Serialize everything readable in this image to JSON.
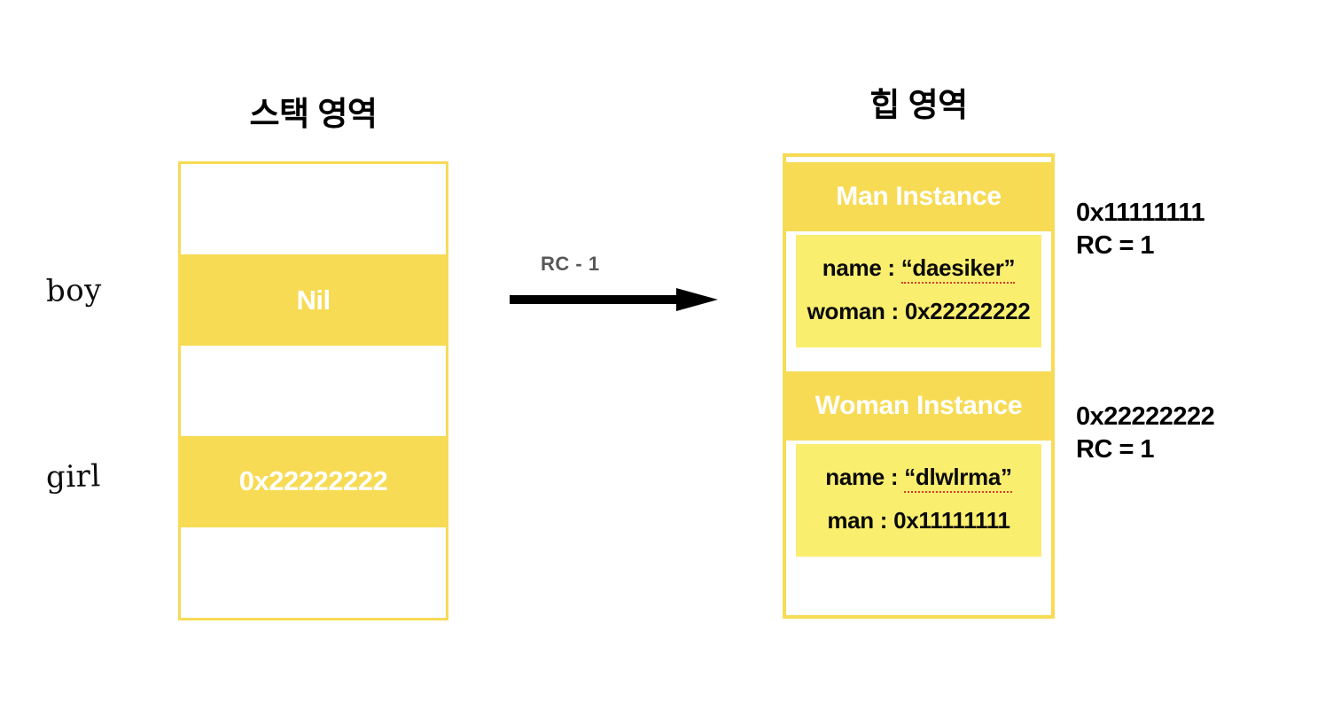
{
  "stack": {
    "title": "스택 영역",
    "slots": [
      {
        "name": "empty-top",
        "value": "",
        "filled": false
      },
      {
        "name": "boy-slot",
        "value": "Nil",
        "filled": true
      },
      {
        "name": "empty-middle",
        "value": "",
        "filled": false
      },
      {
        "name": "girl-slot",
        "value": "0x22222222",
        "filled": true
      },
      {
        "name": "empty-bottom",
        "value": "",
        "filled": false
      }
    ],
    "labels": {
      "boy": "boy",
      "girl": "girl"
    }
  },
  "arrow": {
    "caption": "RC - 1",
    "caption_color": "#585858",
    "color": "#000000"
  },
  "heap": {
    "title": "힙 영역",
    "instances": [
      {
        "title": "Man Instance",
        "fields": [
          {
            "label": "name : ",
            "value": "“daesiker”",
            "misspelled": true
          },
          {
            "label": "woman : 0x22222222",
            "value": "",
            "misspelled": false
          }
        ],
        "address": "0x11111111",
        "refcount": "RC = 1"
      },
      {
        "title": "Woman Instance",
        "fields": [
          {
            "label": "name : ",
            "value": "“dlwlrma”",
            "misspelled": true
          },
          {
            "label": "man : 0x11111111",
            "value": "",
            "misspelled": false
          }
        ],
        "address": "0x22222222",
        "refcount": "RC = 1"
      }
    ]
  },
  "colors": {
    "accent_yellow": "#F7DB55",
    "light_yellow": "#FAEE6E",
    "white": "#ffffff",
    "text_black": "#000000",
    "caption_gray": "#585858",
    "spellcheck_red": "#d63b2f"
  }
}
